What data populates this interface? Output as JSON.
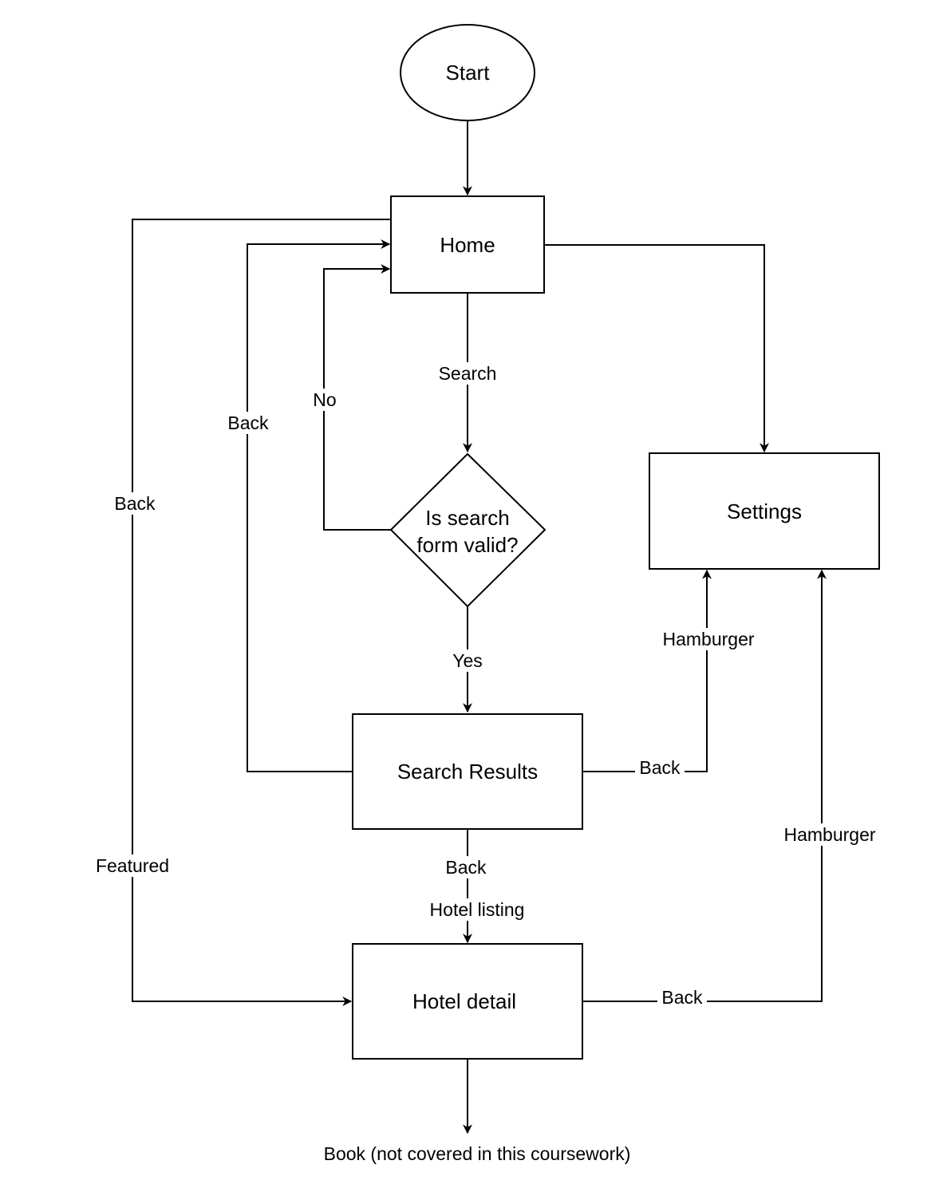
{
  "nodes": {
    "start": "Start",
    "home": "Home",
    "decision_line1": "Is search",
    "decision_line2": "form valid?",
    "settings": "Settings",
    "search_results": "Search Results",
    "hotel_detail": "Hotel detail",
    "book": "Book (not covered in this coursework)"
  },
  "edges": {
    "home_to_decision": "Search",
    "decision_no": "No",
    "decision_yes": "Yes",
    "results_back_home": "Back",
    "hotel_back_home": "Back",
    "hotel_featured": "Featured",
    "settings_to_results_hamburger": "Hamburger",
    "settings_to_results_back": "Back",
    "settings_to_hotel_hamburger": "Hamburger",
    "settings_to_hotel_back": "Back",
    "results_hotel_back": "Back",
    "results_hotel_listing": "Hotel listing"
  }
}
